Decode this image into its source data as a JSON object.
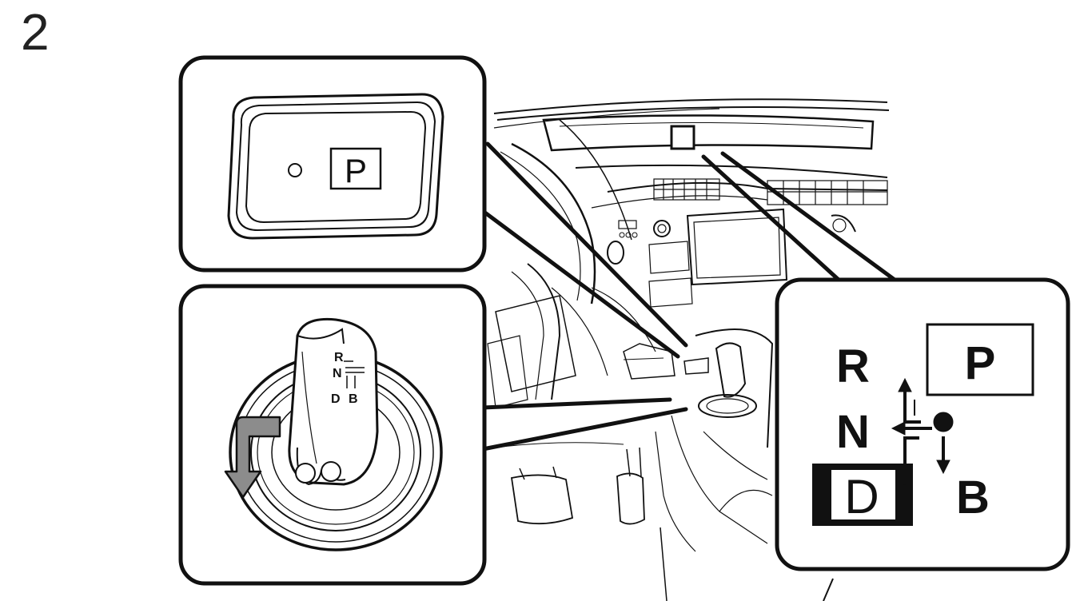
{
  "step": {
    "number": "2"
  },
  "callout_button": {
    "label": "P"
  },
  "callout_knob": {
    "label_r": "R",
    "label_n": "N",
    "label_d": "D",
    "label_b": "B"
  },
  "callout_pattern": {
    "label_r": "R",
    "label_p": "P",
    "label_n": "N",
    "label_d": "D",
    "label_b": "B"
  },
  "colors": {
    "line": "#111111",
    "arrow_fill": "#8c8c8c",
    "background": "#ffffff"
  },
  "icons": [
    "p-position-button-icon",
    "shift-lever-knob-icon",
    "rotation-arrow-icon",
    "shift-pattern-icon",
    "shift-arrow-icon"
  ]
}
